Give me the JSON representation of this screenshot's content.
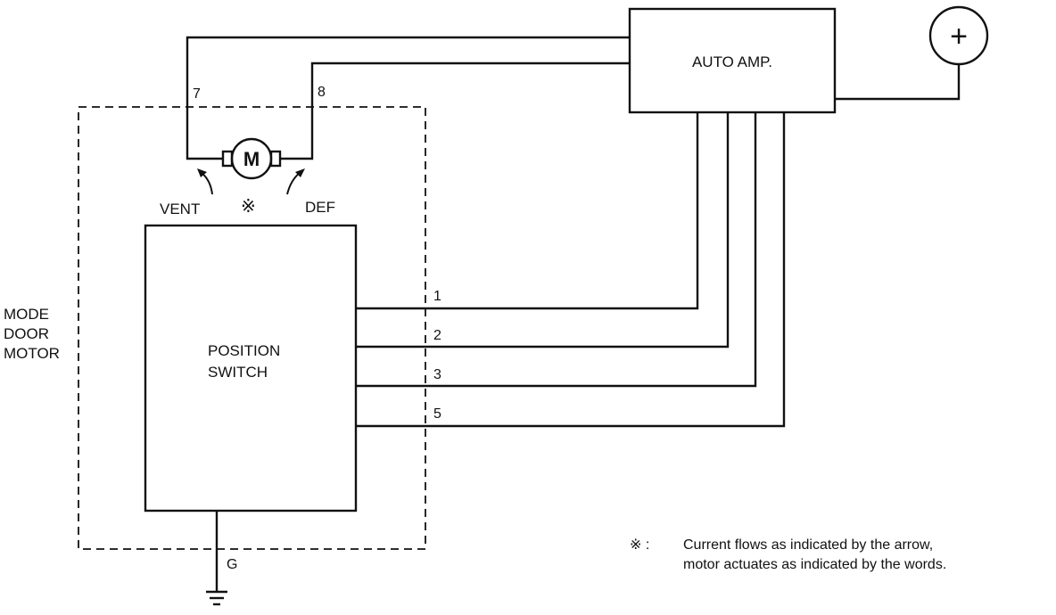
{
  "components": {
    "auto_amp": "AUTO AMP.",
    "battery_symbol": "+",
    "motor_symbol": "M",
    "position_switch_line1": "POSITION",
    "position_switch_line2": "SWITCH",
    "mode_door_motor_line1": "MODE",
    "mode_door_motor_line2": "DOOR",
    "mode_door_motor_line3": "MOTOR",
    "vent_label": "VENT",
    "def_label": "DEF",
    "reference_mark": "※",
    "ground_label": "G"
  },
  "pins": {
    "pin_7": "7",
    "pin_8": "8",
    "pin_1": "1",
    "pin_2": "2",
    "pin_3": "3",
    "pin_5": "5"
  },
  "note": {
    "mark": "※ :",
    "line1": "Current flows as indicated by the arrow,",
    "line2": "motor actuates as indicated by the words."
  },
  "colors": {
    "line": "#111111",
    "background": "#ffffff"
  }
}
